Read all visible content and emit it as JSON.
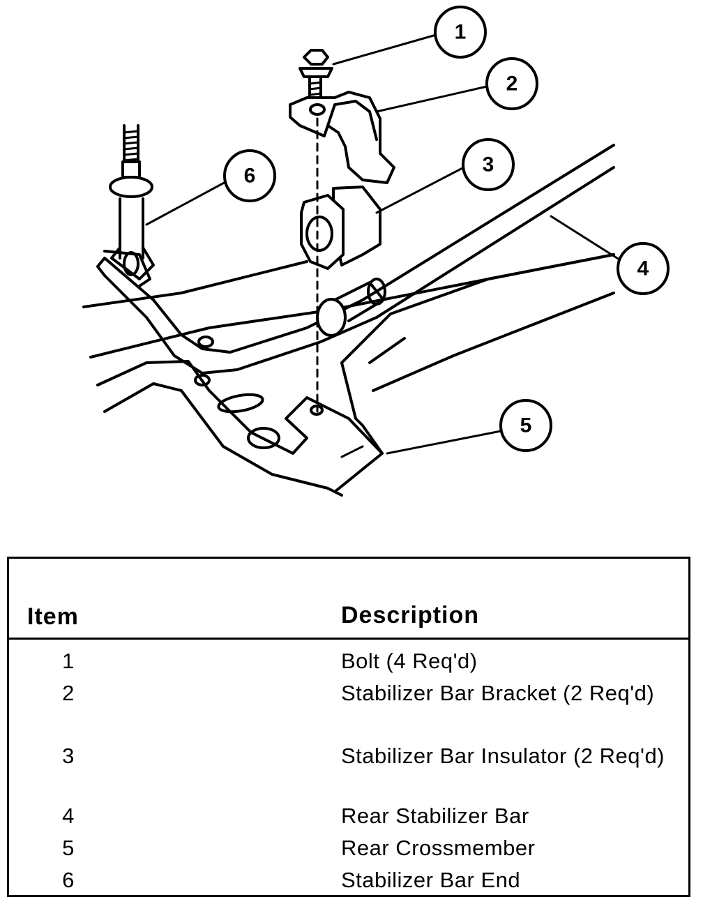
{
  "callouts": [
    "1",
    "2",
    "3",
    "4",
    "5",
    "6"
  ],
  "table": {
    "headers": {
      "item": "Item",
      "description": "Description"
    },
    "rows": [
      {
        "item": "1",
        "description": "Bolt (4 Req'd)"
      },
      {
        "item": "2",
        "description": "Stabilizer Bar Bracket (2 Req'd)"
      },
      {
        "item": "3",
        "description": "Stabilizer Bar Insulator (2 Req'd)"
      },
      {
        "item": "4",
        "description": "Rear Stabilizer Bar"
      },
      {
        "item": "5",
        "description": "Rear Crossmember"
      },
      {
        "item": "6",
        "description": "Stabilizer Bar End"
      }
    ]
  }
}
